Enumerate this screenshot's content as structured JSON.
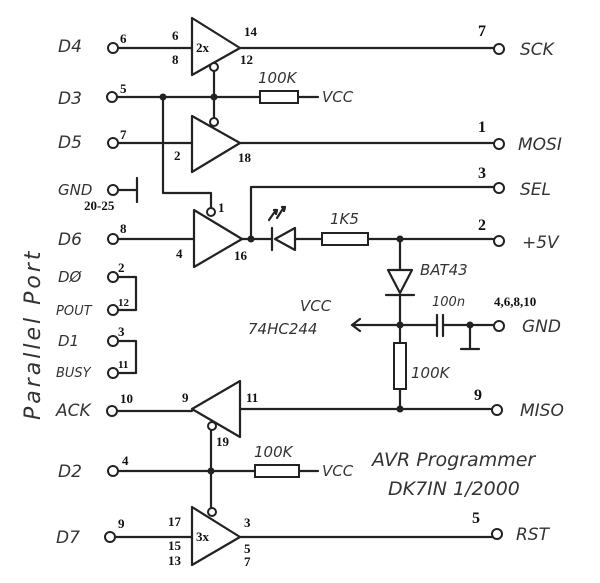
{
  "title": {
    "line1": "AVR Programmer",
    "line2": "DK7IN   1/2000"
  },
  "side_label": "Parallel Port",
  "left_signals": [
    {
      "name": "D4",
      "pin": "6"
    },
    {
      "name": "D3",
      "pin": "5"
    },
    {
      "name": "D5",
      "pin": "7"
    },
    {
      "name": "GND",
      "pin": "20-25"
    },
    {
      "name": "D6",
      "pin": "8"
    },
    {
      "name": "DØ",
      "pin": "2"
    },
    {
      "name": "POUT",
      "pin": "12"
    },
    {
      "name": "D1",
      "pin": "3"
    },
    {
      "name": "BUSY",
      "pin": "11"
    },
    {
      "name": "ACK",
      "pin": "10"
    },
    {
      "name": "D2",
      "pin": "4"
    },
    {
      "name": "D7",
      "pin": "9"
    }
  ],
  "right_signals": [
    {
      "name": "SCK",
      "pin": "7"
    },
    {
      "name": "MOSI",
      "pin": "1"
    },
    {
      "name": "SEL",
      "pin": "3"
    },
    {
      "name": "+5V",
      "pin": "2"
    },
    {
      "name": "GND",
      "pin": "4,6,8,10"
    },
    {
      "name": "MISO",
      "pin": "9"
    },
    {
      "name": "RST",
      "pin": "5"
    }
  ],
  "buffers": [
    {
      "id": "u_sck",
      "mult": "2x",
      "in_pins": [
        "6",
        "8"
      ],
      "out_pin": "14",
      "en_pin": "12"
    },
    {
      "id": "u_mosi",
      "mult": "",
      "in_pins": [
        "2"
      ],
      "out_pin": "18",
      "en_pin": ""
    },
    {
      "id": "u_sel",
      "mult": "",
      "in_pins": [
        "4"
      ],
      "out_pin": "16",
      "en_pin": "1"
    },
    {
      "id": "u_miso",
      "mult": "",
      "in_pins": [
        "9"
      ],
      "out_pin": "11",
      "en_pin": "19"
    },
    {
      "id": "u_rst",
      "mult": "3x",
      "in_pins": [
        "17",
        "15",
        "13"
      ],
      "out_pins": [
        "3",
        "5",
        "7"
      ],
      "en_pin": ""
    }
  ],
  "components": {
    "r_d3": {
      "value": "100K",
      "to": "VCC"
    },
    "r_led": {
      "value": "1K5"
    },
    "diode": {
      "value": "BAT43"
    },
    "cap": {
      "value": "100n"
    },
    "r_miso": {
      "value": "100K"
    },
    "r_d2": {
      "value": "100K",
      "to": "VCC"
    },
    "vcc_note": {
      "line1": "VCC",
      "line2": "74HC244"
    }
  }
}
